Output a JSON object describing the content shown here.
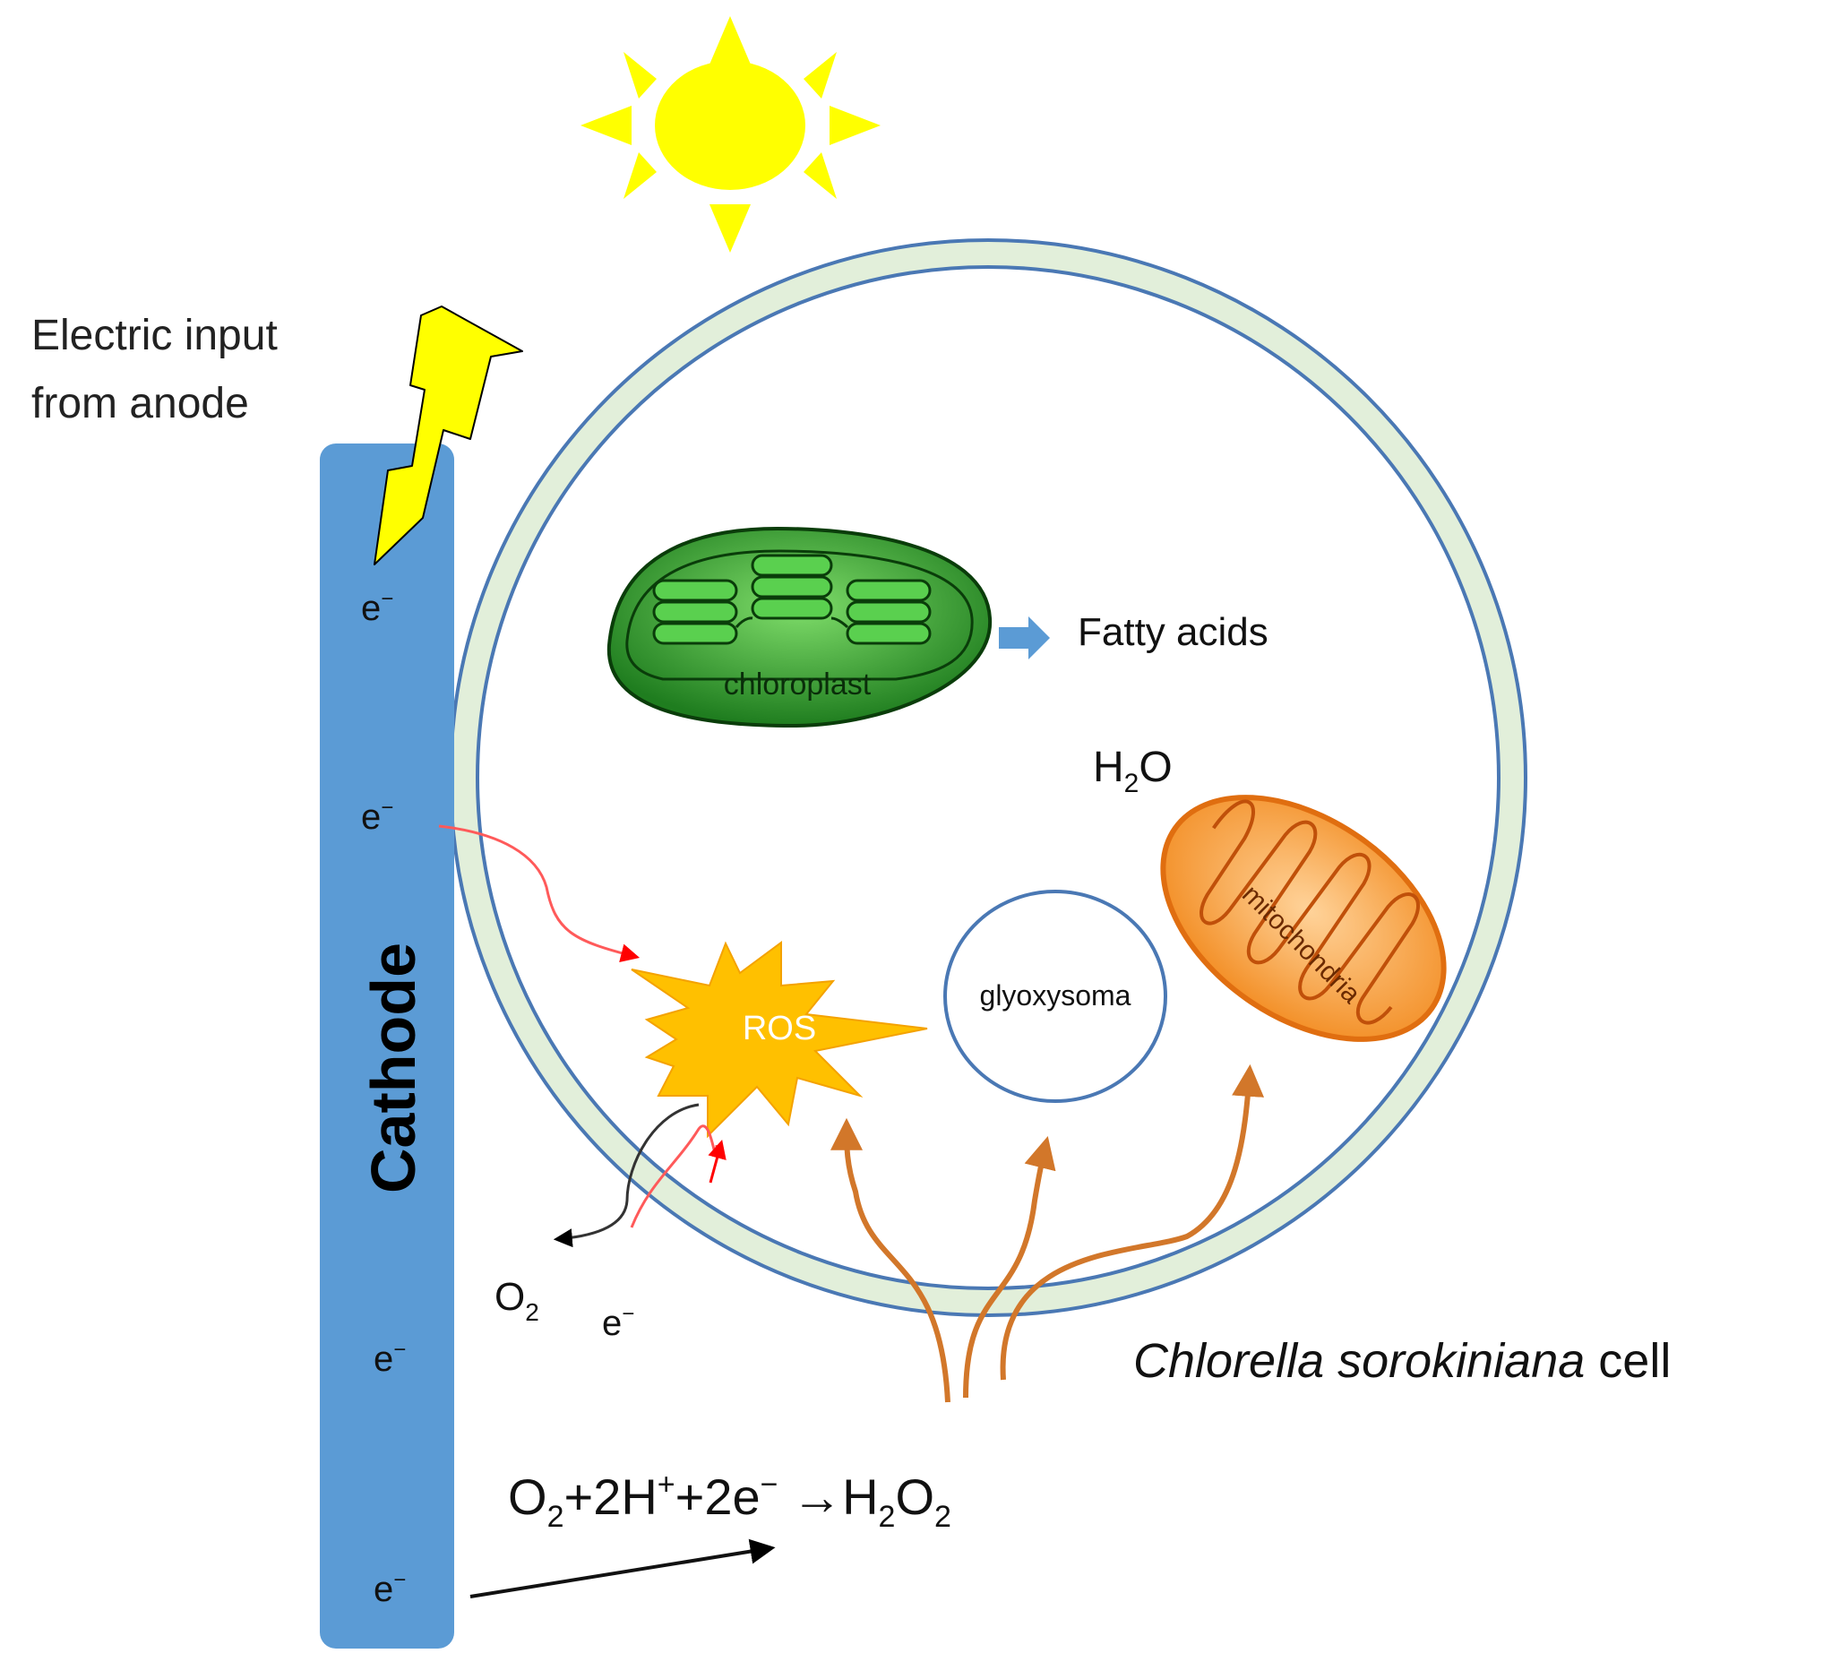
{
  "labels": {
    "electric_input_line1": "Electric input",
    "electric_input_line2": "from anode",
    "cathode": "Cathode",
    "electron": "e",
    "electron_sup": "−",
    "chloroplast": "chloroplast",
    "fatty_acids": "Fatty acids",
    "water_h": "H",
    "water_sub": "2",
    "water_o": "O",
    "ros": "ROS",
    "glyoxysoma": "glyoxysoma",
    "mitochondria": "mitochondria",
    "oxygen_o": "O",
    "oxygen_sub": "2",
    "cell_label_italic": "Chlorella sorokiniana",
    "cell_label_plain": " cell"
  },
  "equation": {
    "o": "O",
    "sub2": "2",
    "plus2h": "+2H",
    "plus_sup": "+",
    "plus2e": "+2e",
    "minus_sup": "−",
    "arrow": " →",
    "h": "H",
    "o2": "O",
    "sub2b": "2",
    "sub2c": "2"
  },
  "colors": {
    "cathode": "#5b9bd5",
    "cell_wall_fill": "#e2efda",
    "cell_wall_stroke": "#4a78b4",
    "sun": "#ffff00",
    "bolt": "#ffff00",
    "chloroplast": "#2e9e2e",
    "ros": "#ffc000",
    "mitochondria": "#f4892a",
    "h2o2_arrows": "#d2772a",
    "electron_arrows": "#ff3030"
  }
}
